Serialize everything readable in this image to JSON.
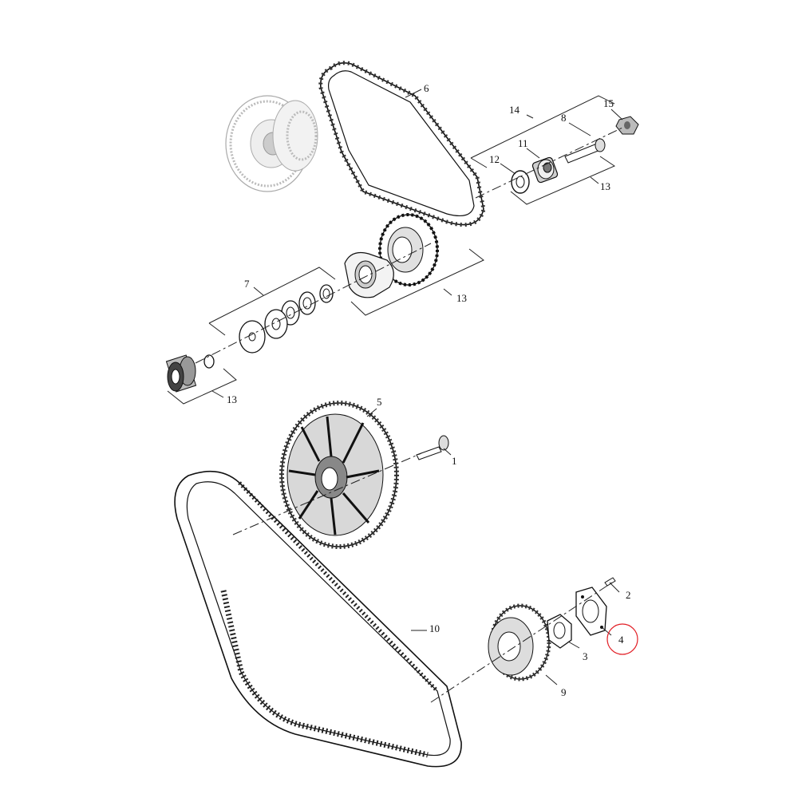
{
  "callouts": {
    "c1": "1",
    "c2": "2",
    "c3": "3",
    "c4": "4",
    "c5": "5",
    "c6": "6",
    "c7": "7",
    "c8": "8",
    "c9": "9",
    "c10": "10",
    "c11": "11",
    "c12": "12",
    "c13a": "13",
    "c13b": "13",
    "c13c": "13",
    "c14": "14",
    "c15": "15"
  },
  "highlight": {
    "part": "4",
    "color": "#e21f26"
  }
}
